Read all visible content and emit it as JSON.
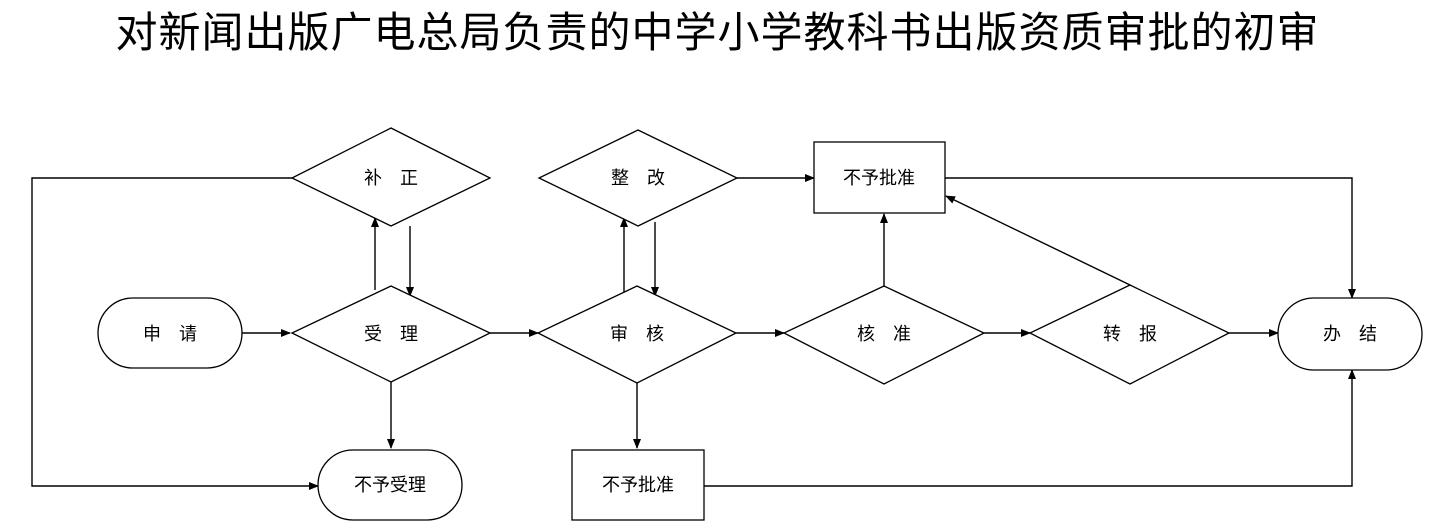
{
  "title": "对新闻出版广电总局负责的中学小学教科书出版资质审批的初审",
  "nodes": {
    "apply": "申　请",
    "supplement": "补　正",
    "accept": "受　理",
    "reject_accept": "不予受理",
    "rectify": "整　改",
    "review": "审　核",
    "reject_review": "不予批准",
    "reject_top": "不予批准",
    "approve": "核　准",
    "forward": "转　报",
    "complete": "办　结"
  },
  "colors": {
    "stroke": "#000000",
    "background": "#ffffff"
  }
}
